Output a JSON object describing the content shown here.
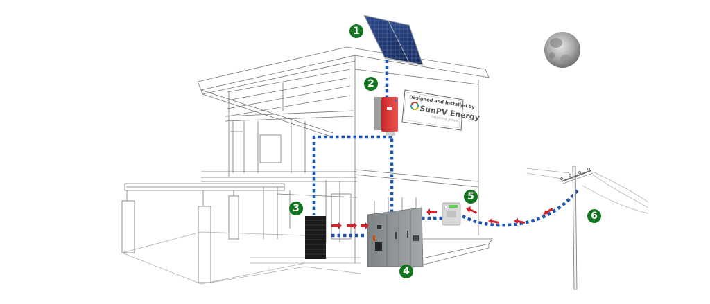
{
  "diagram": {
    "title": "Solar energy system with battery storage and grid connection",
    "sign": {
      "line1": "Designed and Installed by",
      "brand": "SunPV Energy",
      "tagline": "inspiring green"
    },
    "components": [
      {
        "number": "1",
        "name": "Solar panels"
      },
      {
        "number": "2",
        "name": "Inverter"
      },
      {
        "number": "3",
        "name": "Battery storage"
      },
      {
        "number": "4",
        "name": "Switchgear / distribution cabinet"
      },
      {
        "number": "5",
        "name": "Energy meter"
      },
      {
        "number": "6",
        "name": "Utility pole / grid"
      }
    ],
    "colors": {
      "badge": "#13751f",
      "cable": "#1f55b0",
      "flow_arrow": "#d3232a",
      "inverter": "#e53935",
      "cabinet": "#8f9598",
      "battery": "#1a1a1a"
    },
    "scene": {
      "moon": "moon",
      "night": true
    }
  }
}
